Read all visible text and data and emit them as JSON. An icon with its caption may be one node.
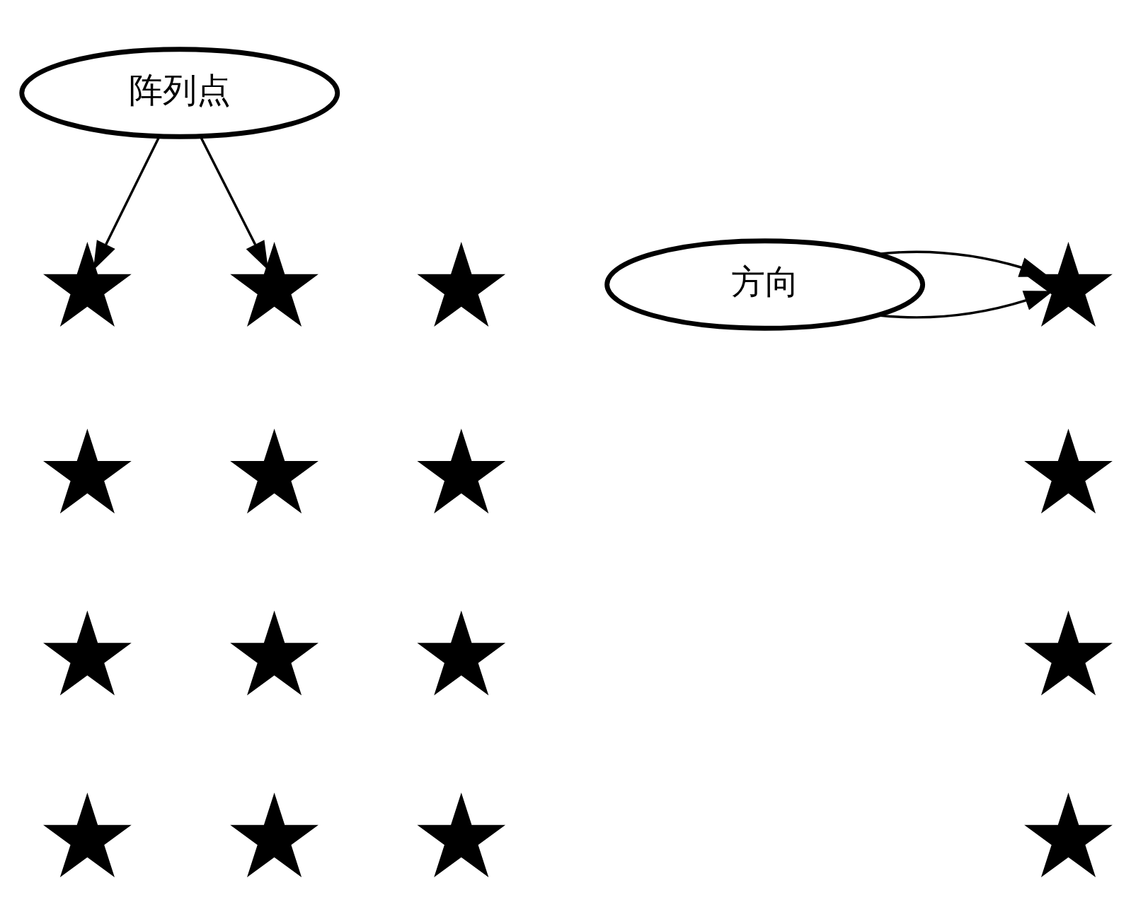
{
  "diagram": {
    "nodes": [
      {
        "text": [
          "阵列点"
        ]
      },
      {
        "text": [
          "方向"
        ]
      },
      {
        "text": [],
        "shape": "star"
      },
      {
        "text": [],
        "shape": "star"
      },
      {
        "text": [],
        "shape": "star"
      },
      {
        "text": [],
        "shape": "star"
      },
      {
        "text": [],
        "shape": "star"
      },
      {
        "text": [],
        "shape": "star"
      },
      {
        "text": [],
        "shape": "star"
      },
      {
        "text": [],
        "shape": "star"
      },
      {
        "text": [],
        "shape": "star"
      },
      {
        "text": [],
        "shape": "star"
      },
      {
        "text": [],
        "shape": "star"
      },
      {
        "text": [],
        "shape": "star"
      },
      {
        "text": [],
        "shape": "star"
      },
      {
        "text": [],
        "shape": "star"
      },
      {
        "text": [],
        "shape": "star"
      },
      {
        "text": [],
        "shape": "star"
      }
    ],
    "edges": [
      {
        "from": 0,
        "to": 2,
        "arrow": "to"
      },
      {
        "from": 0,
        "to": 3,
        "arrow": "to"
      },
      {
        "from": 1,
        "to": 5,
        "arrow": "to"
      },
      {
        "from": 1,
        "to": 5,
        "arrow": "to"
      }
    ]
  }
}
